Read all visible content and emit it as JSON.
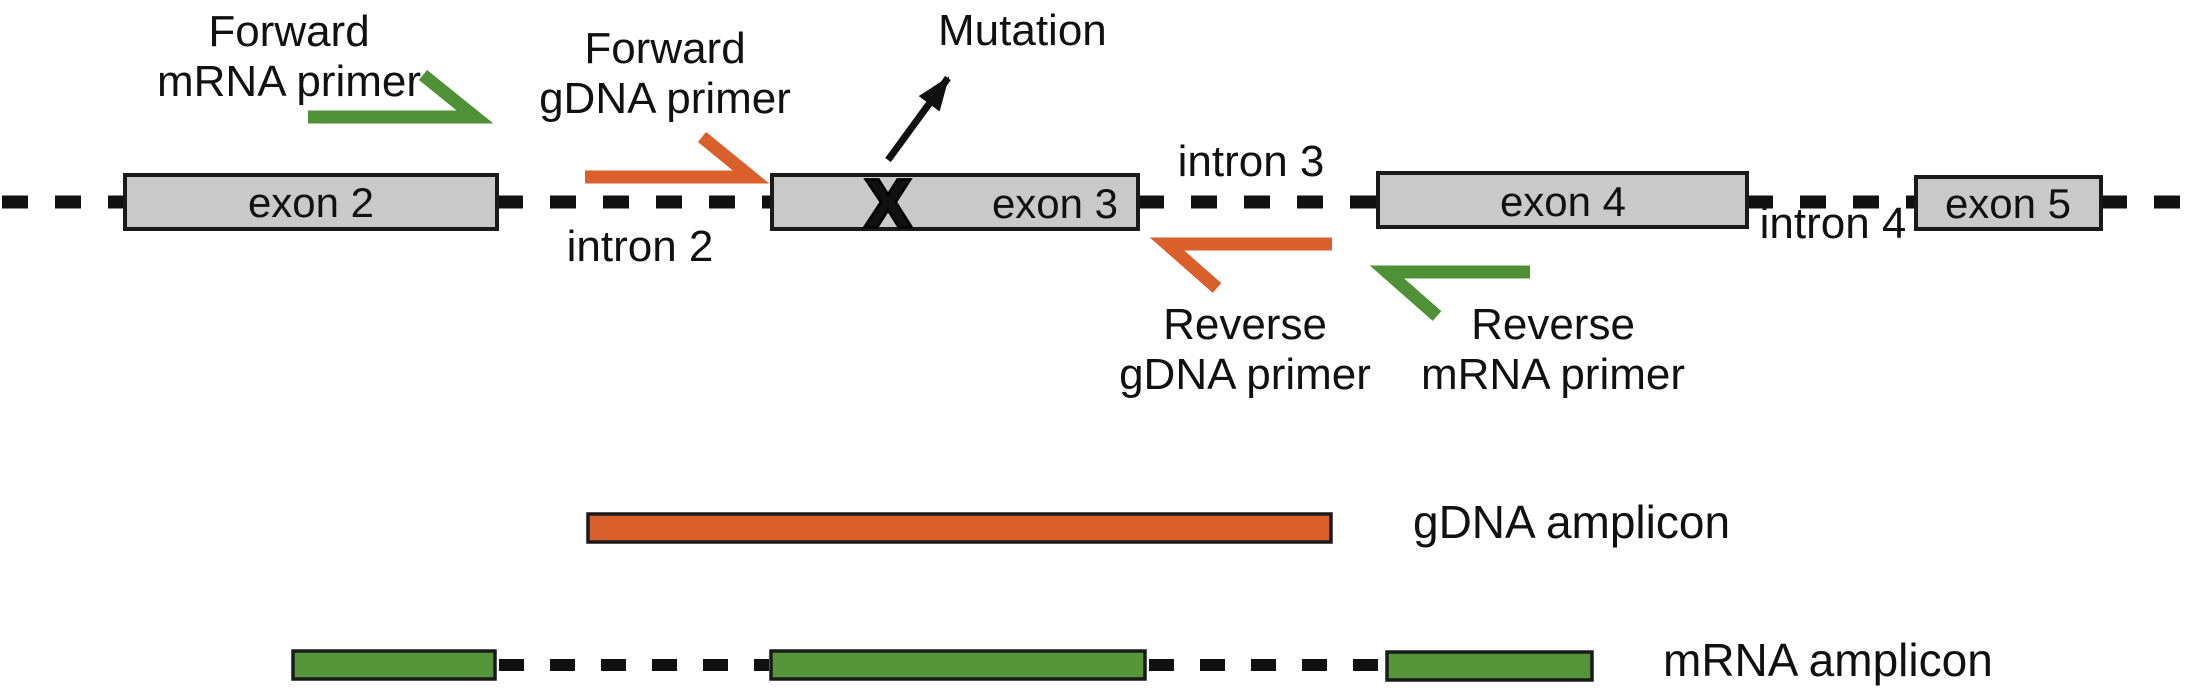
{
  "colors": {
    "orange": "#D95F2B",
    "green": "#4E9137",
    "green_bar": "#55963A",
    "exon_fill": "#C9C9C9",
    "mutation_red": "#E8251D"
  },
  "gene": {
    "exons": [
      {
        "label": "exon 2"
      },
      {
        "label": "exon 3"
      },
      {
        "label": "exon 4"
      },
      {
        "label": "exon 5"
      }
    ],
    "introns": [
      {
        "label": "intron 2"
      },
      {
        "label": "intron 3"
      },
      {
        "label": "intron 4"
      }
    ]
  },
  "mutation": {
    "label": "Mutation",
    "mark": "X"
  },
  "primers": {
    "forward_mrna": {
      "line1": "Forward",
      "line2": "mRNA primer"
    },
    "forward_gdna": {
      "line1": "Forward",
      "line2": "gDNA primer"
    },
    "reverse_gdna": {
      "line1": "Reverse",
      "line2": "gDNA primer"
    },
    "reverse_mrna": {
      "line1": "Reverse",
      "line2": "mRNA primer"
    }
  },
  "amplicons": {
    "gdna": {
      "label": "gDNA amplicon"
    },
    "mrna": {
      "label": "mRNA amplicon"
    }
  }
}
